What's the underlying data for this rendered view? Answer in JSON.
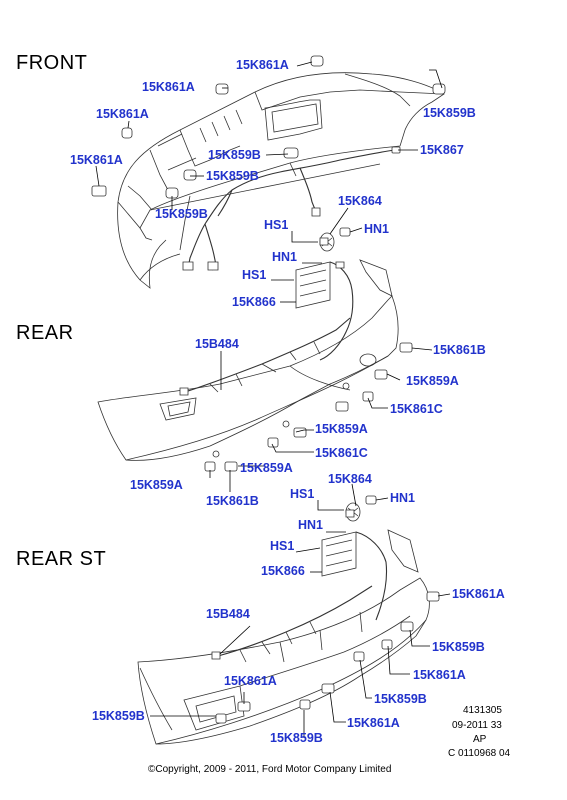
{
  "sections": {
    "front": "FRONT",
    "rear": "REAR",
    "rear_st": "REAR ST"
  },
  "parts": {
    "p15k861a_1": "15K861A",
    "p15k861a_2": "15K861A",
    "p15k861a_3": "15K861A",
    "p15k861a_4": "15K861A",
    "p15k859b_1": "15K859B",
    "p15k859b_2": "15K859B",
    "p15k859b_3": "15K859B",
    "p15k859b_4": "15K859B",
    "p15k867": "15K867",
    "p15k864_1": "15K864",
    "hs1_1": "HS1",
    "hn1_1": "HN1",
    "hn1_2": "HN1",
    "hs1_2": "HS1",
    "p15k866_1": "15K866",
    "p15b484_1": "15B484",
    "p15k861b_1": "15K861B",
    "p15k859a_1": "15K859A",
    "p15k861c_1": "15K861C",
    "p15k859a_2": "15K859A",
    "p15k861c_2": "15K861C",
    "p15k859a_3": "15K859A",
    "p15k859a_4": "15K859A",
    "p15k861b_2": "15K861B",
    "p15k864_2": "15K864",
    "hs1_3": "HS1",
    "hn1_3": "HN1",
    "hn1_4": "HN1",
    "hs1_4": "HS1",
    "p15k866_2": "15K866",
    "p15k861a_5": "15K861A",
    "p15b484_2": "15B484",
    "p15k859b_5": "15K859B",
    "p15k861a_6": "15K861A",
    "p15k861a_7": "15K861A",
    "p15k859b_6": "15K859B",
    "p15k859b_7": "15K859B",
    "p15k861a_8": "15K861A",
    "p15k859b_8": "15K859B"
  },
  "meta": {
    "ref": "4131305",
    "date": "09-2011 33",
    "ap": "AP",
    "code": "C 0110968 04"
  },
  "copyright": "©Copyright, 2009 - 2011, Ford Motor Company Limited",
  "colors": {
    "callout": "#2233cc",
    "line": "#000000",
    "drawing": "#333333"
  }
}
